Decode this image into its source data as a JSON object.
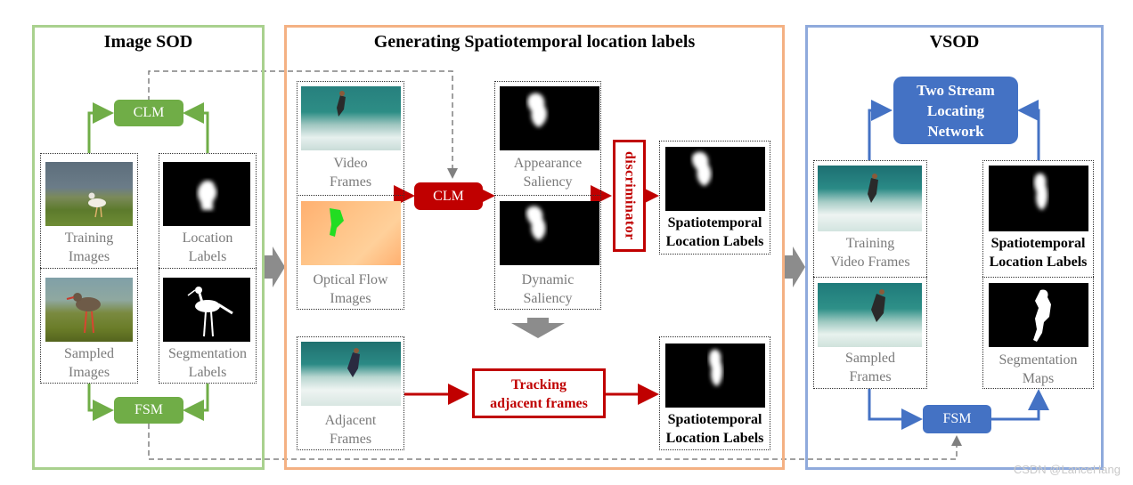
{
  "panels": {
    "image_sod": {
      "title": "Image SOD",
      "clm": "CLM",
      "fsm": "FSM",
      "training_images": [
        "Training",
        "Images"
      ],
      "location_labels": [
        "Location",
        "Labels"
      ],
      "sampled_images": [
        "Sampled",
        "Images"
      ],
      "segmentation_labels": [
        "Segmentation",
        "Labels"
      ]
    },
    "generating": {
      "title": "Generating Spatiotemporal location labels",
      "video_frames": [
        "Video",
        "Frames"
      ],
      "optical_flow": [
        "Optical Flow",
        "Images"
      ],
      "clm": "CLM",
      "appearance_saliency": [
        "Appearance",
        "Saliency"
      ],
      "dynamic_saliency": [
        "Dynamic",
        "Saliency"
      ],
      "discriminator": "discriminator",
      "st_labels_top": [
        "Spatiotemporal",
        "Location Labels"
      ],
      "adjacent_frames": [
        "Adjacent",
        "Frames"
      ],
      "tracking": [
        "Tracking",
        "adjacent frames"
      ],
      "st_labels_bottom": [
        "Spatiotemporal",
        "Location Labels"
      ]
    },
    "vsod": {
      "title": "VSOD",
      "network": [
        "Two Stream",
        "Locating",
        "Network"
      ],
      "training_video_frames": [
        "Training",
        "Video Frames"
      ],
      "st_location_labels": [
        "Spatiotemporal",
        "Location Labels"
      ],
      "sampled_frames": [
        "Sampled",
        "Frames"
      ],
      "segmentation_maps": [
        "Segmentation",
        "Maps"
      ],
      "fsm": "FSM"
    }
  },
  "watermark": "CSDN @LanceHang",
  "colors": {
    "green_panel": "#a9d18e",
    "orange_panel": "#f4b183",
    "blue_panel": "#8faadc",
    "green_accent": "#70ad47",
    "red_accent": "#c00000",
    "blue_accent": "#4472c4",
    "dashed": "#808080"
  }
}
